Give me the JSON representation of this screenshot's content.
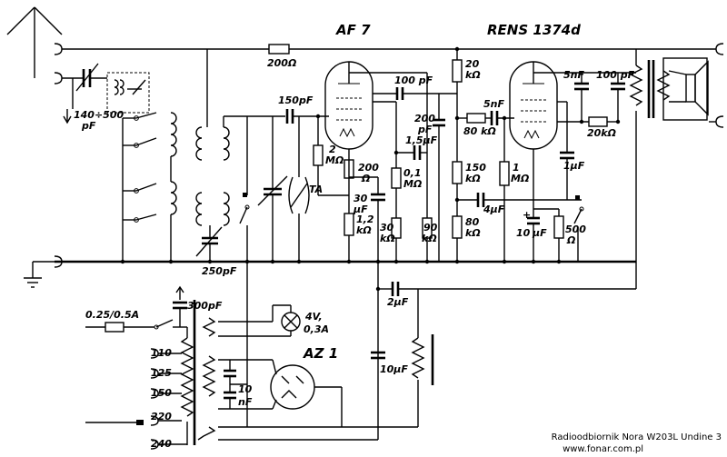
{
  "tubes": {
    "af7": "AF 7",
    "rens": "RENS 1374d",
    "az1": "AZ 1"
  },
  "labels": {
    "r_200": "200Ω",
    "c_140_500": "140÷500",
    "c_140_500_unit": "pF",
    "c_150pf": "150pF",
    "c_250pf": "250pF",
    "c_100pf_a": "100 pF",
    "c_200pf_top": "200",
    "c_200pf_bot": "pF",
    "c_1_5uf": "1,5μF",
    "r_2m_top": "2",
    "r_2m_bot": "MΩ",
    "r_200_top": "200",
    "r_200_bot": "Ω",
    "c_30uf_top": "30",
    "c_30uf_bot": "μF",
    "r_1_2k_top": "1,2",
    "r_1_2k_bot": "kΩ",
    "r_0_1m_top": "0,1",
    "r_0_1m_bot": "MΩ",
    "r_30k_top": "30",
    "r_30k_bot": "kΩ",
    "r_90k_top": "90",
    "r_90k_bot": "kΩ",
    "r_20k_top": "20",
    "r_20k_bot": "kΩ",
    "r_150k_top": "150",
    "r_150k_bot": "kΩ",
    "r_80k_top": "80",
    "r_80k_bot": "kΩ",
    "c_5nf_a": "5nF",
    "r_80k_h": "80 kΩ",
    "r_1m_top": "1",
    "r_1m_bot": "MΩ",
    "c_4uf": "4μF",
    "c_10uf_a_top": "10",
    "c_10uf_a_bot": "μF",
    "r_500_top": "500",
    "r_500_bot": "Ω",
    "c_5nf_b": "5nF",
    "c_1uf": "1μF",
    "c_100pf_b": "100 pF",
    "r_20k_h": "20kΩ",
    "c_2uf": "2μF",
    "c_10uf_b": "10μF",
    "c_300pf": "300pF",
    "fuse": "0.25/0.5A",
    "lamp_top": "4V,",
    "lamp_bot": "0,3A",
    "c_10nf_top": "10",
    "c_10nf_bot": "nF",
    "tap_110": "110",
    "tap_125": "125",
    "tap_150": "150",
    "tap_220": "220",
    "tap_240": "240",
    "ta": "TA"
  },
  "caption": {
    "title": "Radioodbiornik Nora W203L Undine 3",
    "url": "www.fonar.com.pl"
  }
}
